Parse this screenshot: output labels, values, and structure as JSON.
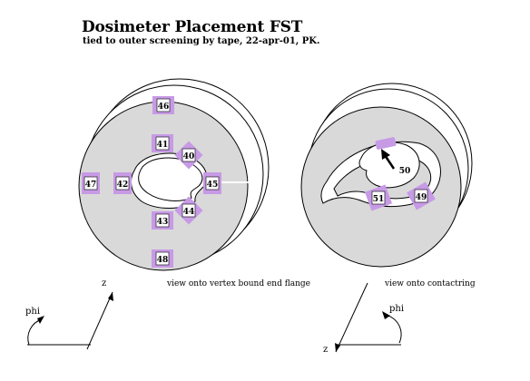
{
  "title": "Dosimeter Placement FST",
  "subtitle": "tied to outer screening by tape, 22-apr-01, PK.",
  "colors": {
    "disk": "#d9d9d9",
    "marker": "#c79ae6",
    "outline": "#000000",
    "background": "#ffffff"
  },
  "left_view": {
    "caption": "view onto vertex bound end flange",
    "axis_z": "z",
    "axis_phi": "phi",
    "dosimeters": [
      "46",
      "41",
      "40",
      "47",
      "42",
      "45",
      "44",
      "43",
      "48"
    ]
  },
  "right_view": {
    "caption": "view onto contactring",
    "axis_z": "z",
    "axis_phi": "phi",
    "dosimeters": [
      "50",
      "51",
      "49"
    ]
  }
}
